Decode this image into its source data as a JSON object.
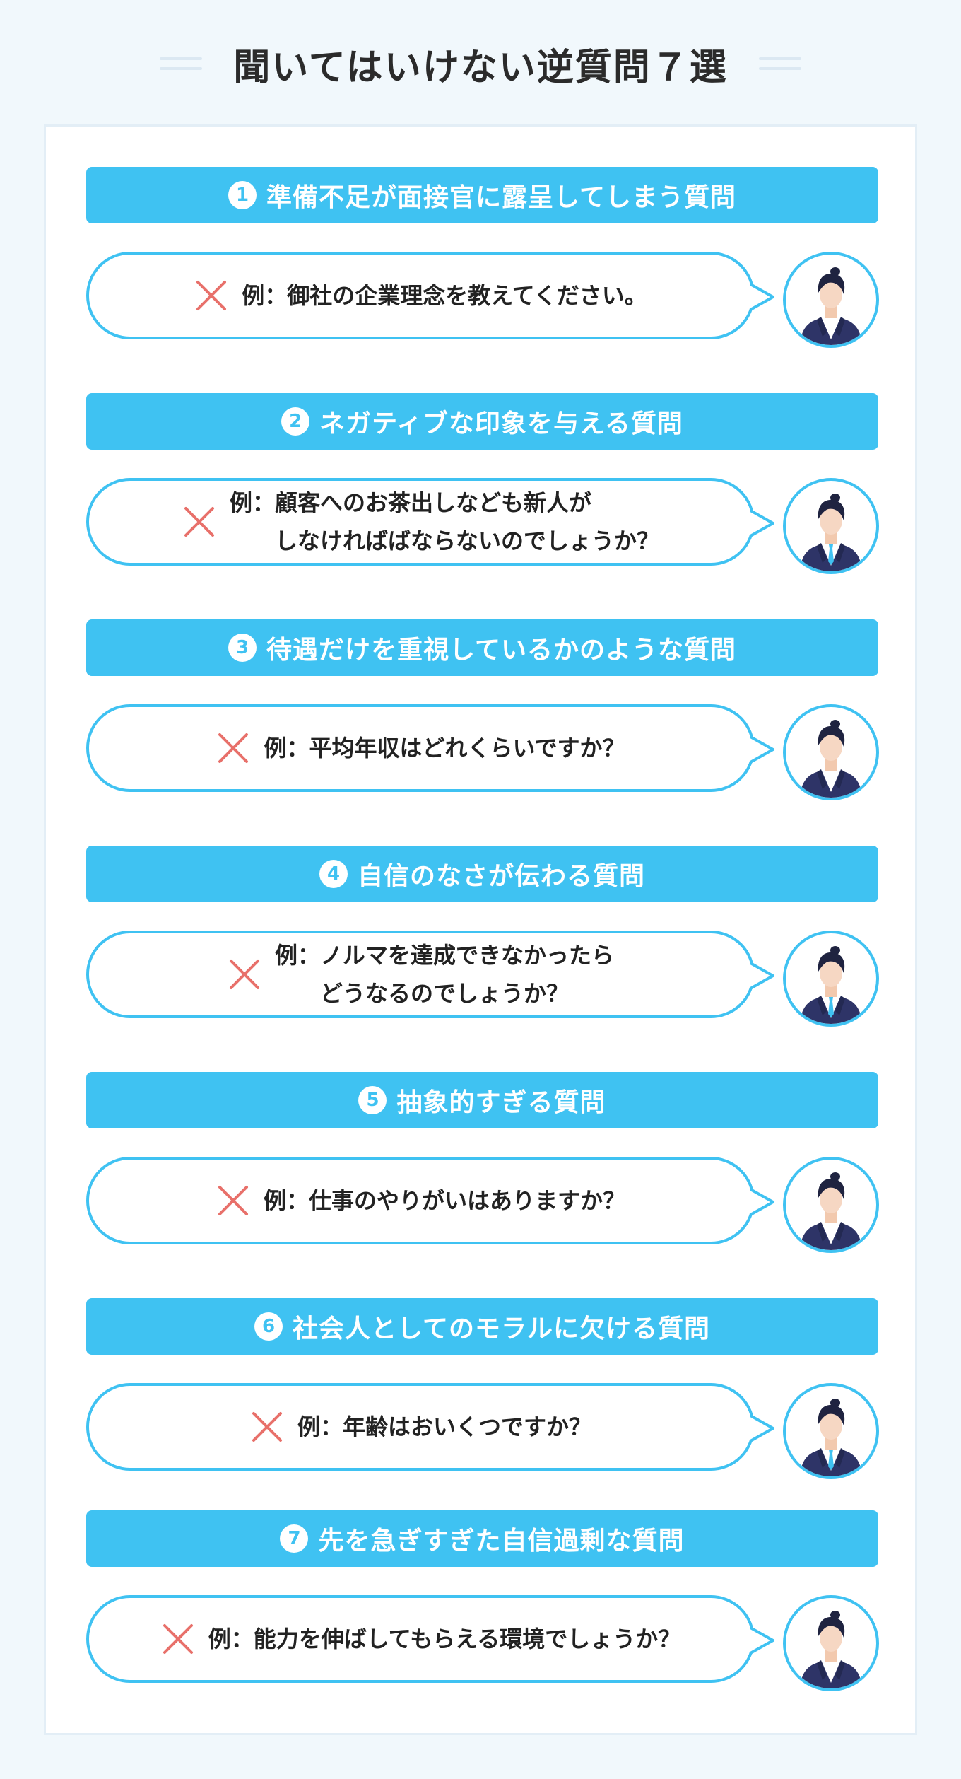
{
  "title": "聞いてはいけない逆質問７選",
  "colors": {
    "accent": "#3fc2f2",
    "cross": "#e8706a",
    "background": "#f1f8fc",
    "suit": "#2e3467"
  },
  "cross_icon": "cross-mark-icon",
  "avatar_icon": "businessperson-icon",
  "sections": [
    {
      "number": "1",
      "title": "準備不足が面接官に露呈してしまう質問",
      "example_prefix": "例：",
      "example_lines": [
        "御社の企業理念を教えてください。"
      ],
      "tie": false
    },
    {
      "number": "2",
      "title": "ネガティブな印象を与える質問",
      "example_prefix": "例：",
      "example_lines": [
        "顧客へのお茶出しなども新人が",
        "しなければばならないのでしょうか？"
      ],
      "tie": true
    },
    {
      "number": "3",
      "title": "待遇だけを重視しているかのような質問",
      "example_prefix": "例：",
      "example_lines": [
        "平均年収はどれくらいですか？"
      ],
      "tie": false
    },
    {
      "number": "4",
      "title": "自信のなさが伝わる質問",
      "example_prefix": "例：",
      "example_lines": [
        "ノルマを達成できなかったら",
        "どうなるのでしょうか？"
      ],
      "tie": true
    },
    {
      "number": "5",
      "title": "抽象的すぎる質問",
      "example_prefix": "例：",
      "example_lines": [
        "仕事のやりがいはありますか？"
      ],
      "tie": false
    },
    {
      "number": "6",
      "title": "社会人としてのモラルに欠ける質問",
      "example_prefix": "例：",
      "example_lines": [
        "年齢はおいくつですか？"
      ],
      "tie": true
    },
    {
      "number": "7",
      "title": "先を急ぎすぎた自信過剰な質問",
      "example_prefix": "例：",
      "example_lines": [
        "能力を伸ばしてもらえる環境でしょうか？"
      ],
      "tie": false
    }
  ]
}
